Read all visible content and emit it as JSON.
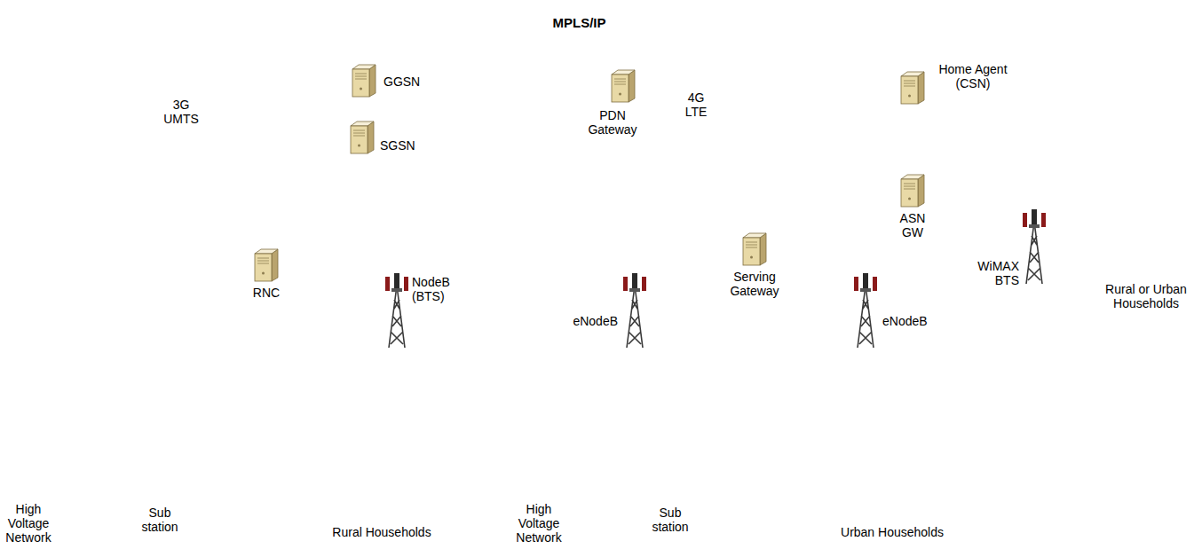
{
  "diagram": {
    "nodes": [
      {
        "text": [
          "MPLS/IP"
        ]
      },
      {
        "text": [
          "3G UMTS"
        ]
      },
      {
        "text": [
          "GGSN"
        ]
      },
      {
        "text": [
          "SGSN"
        ],
        "in": 1
      },
      {
        "text": [
          "RNC"
        ],
        "in": 1
      },
      {
        "text": [
          "NodeB (BTS)"
        ],
        "in": 1
      },
      {
        "text": [
          "4G LTE"
        ]
      },
      {
        "text": [
          "PDN Gateway"
        ],
        "in": 6
      },
      {
        "text": [
          "Serving Gateway"
        ],
        "in": 6
      },
      {
        "text": [
          "eNodeB"
        ],
        "in": 6
      },
      {
        "text": [
          "eNodeB"
        ],
        "in": 6
      },
      {
        "text": [
          "Home Agent (CSN)"
        ]
      },
      {
        "text": [
          "ASN GW"
        ]
      },
      {
        "text": [
          "WiMAX BTS"
        ]
      }
    ],
    "edges": [
      {
        "from": 0,
        "to": 2,
        "arrow": "none"
      },
      {
        "from": 2,
        "to": 3,
        "arrow": "none"
      },
      {
        "from": 3,
        "to": 4,
        "arrow": "none"
      },
      {
        "from": 4,
        "to": 5,
        "arrow": "none"
      },
      {
        "from": 0,
        "to": 7,
        "arrow": "none"
      },
      {
        "from": 7,
        "to": 8,
        "arrow": "none"
      },
      {
        "from": 8,
        "to": 9,
        "arrow": "none"
      },
      {
        "from": 8,
        "to": 10,
        "arrow": "none"
      },
      {
        "from": 0,
        "to": 11,
        "arrow": "none"
      },
      {
        "from": 11,
        "to": 12,
        "arrow": "none"
      }
    ],
    "labels": [
      "High Voltage Network",
      "Sub station",
      "Rural Households",
      "High Voltage Network",
      "Sub station",
      "Urban Households",
      "Rural or Urban Households"
    ]
  }
}
